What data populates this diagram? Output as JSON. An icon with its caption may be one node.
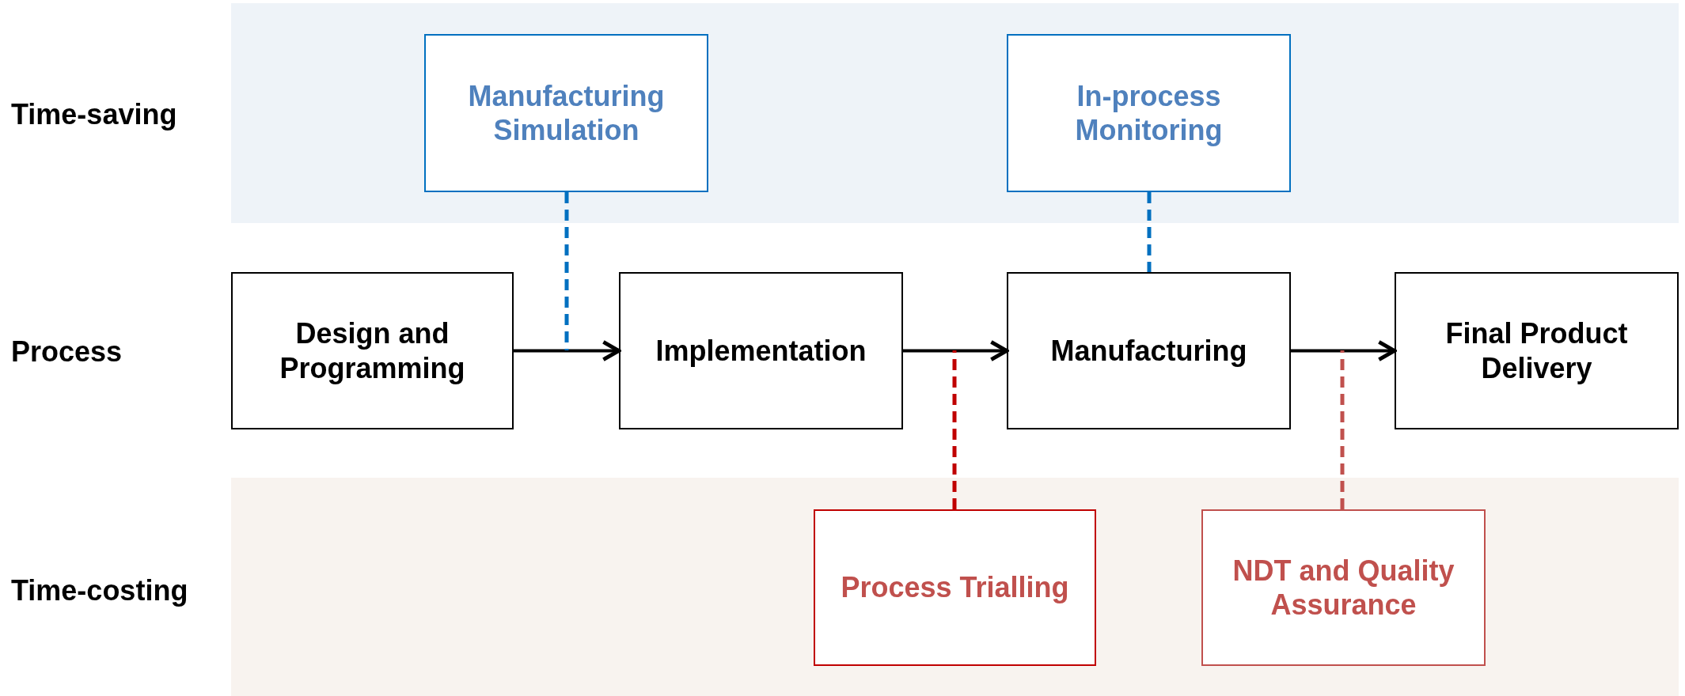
{
  "diagram": {
    "nodes": [
      {
        "text": [
          "Manufacturing Simulation"
        ]
      },
      {
        "text": [
          "In-process Monitoring"
        ]
      },
      {
        "text": [
          "Design and Programming"
        ]
      },
      {
        "text": [
          "Implementation"
        ]
      },
      {
        "text": [
          "Manufacturing"
        ]
      },
      {
        "text": [
          "Final Product Delivery"
        ]
      },
      {
        "text": [
          "Process Trialling"
        ]
      },
      {
        "text": [
          "NDT and Quality Assurance"
        ]
      }
    ],
    "edges": [
      {
        "from": 2,
        "to": 3,
        "arrow": "to"
      },
      {
        "from": 3,
        "to": 4,
        "arrow": "to"
      },
      {
        "from": 4,
        "to": 5,
        "arrow": "to"
      },
      {
        "from": 0,
        "to": null,
        "arrow": "none",
        "style": "dashed",
        "color": "#0070c0"
      },
      {
        "from": 1,
        "to": 4,
        "arrow": "none",
        "style": "dashed",
        "color": "#0070c0"
      },
      {
        "from": 6,
        "to": null,
        "arrow": "none",
        "style": "dashed",
        "color": "#c00000"
      },
      {
        "from": 7,
        "to": null,
        "arrow": "none",
        "style": "dashed",
        "color": "#c0504d"
      }
    ],
    "labels": [
      "Time-saving",
      "Process",
      "Time-costing"
    ]
  }
}
